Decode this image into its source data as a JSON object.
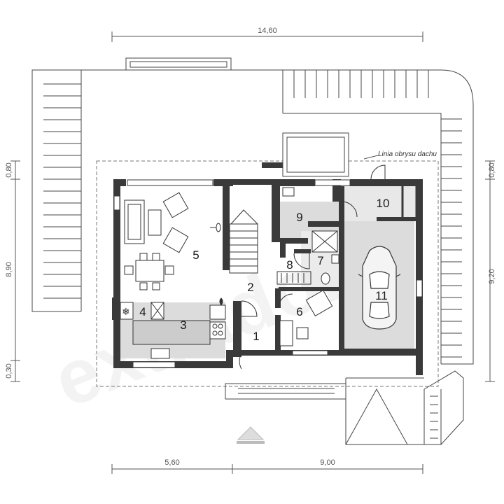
{
  "dimensions": {
    "top_width": "14,60",
    "bottom_left": "5,60",
    "bottom_right": "9,00",
    "left_top": "0,80",
    "left_mid": "8,90",
    "left_bottom": "0,30",
    "right_top": "0,80",
    "right_mid": "9,20"
  },
  "rooms": [
    {
      "id": "1",
      "label": "1"
    },
    {
      "id": "2",
      "label": "2"
    },
    {
      "id": "3",
      "label": "3"
    },
    {
      "id": "4",
      "label": "4"
    },
    {
      "id": "5",
      "label": "5"
    },
    {
      "id": "6",
      "label": "6"
    },
    {
      "id": "7",
      "label": "7"
    },
    {
      "id": "8",
      "label": "8"
    },
    {
      "id": "9",
      "label": "9"
    },
    {
      "id": "10",
      "label": "10"
    },
    {
      "id": "11",
      "label": "11"
    }
  ],
  "annotations": {
    "roof_outline": "Linia obrysu dachu"
  },
  "watermark": "extradom",
  "colors": {
    "wall": "#3a3a3a",
    "floor_grey": "#dcdcdc",
    "roof_line": "#444444",
    "dim_line": "#555555"
  }
}
